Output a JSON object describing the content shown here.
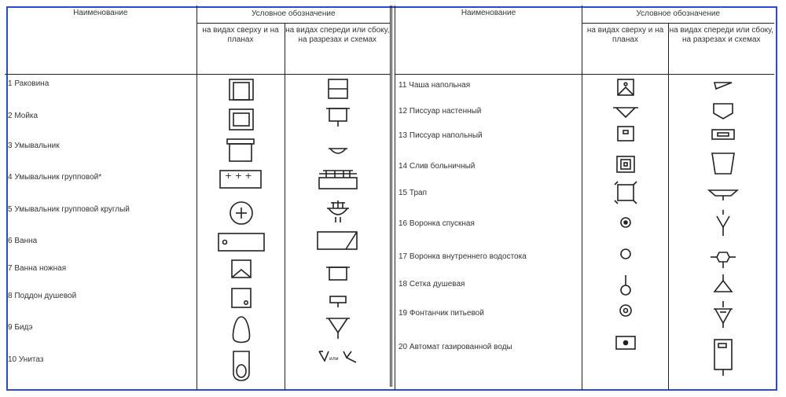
{
  "left_table": {
    "header_name": "Наименование",
    "header_symbol": "Условное обозначение",
    "sub_top": "на видах сверху и на планах",
    "sub_front": "на видах спереди или сбоку, на разрезах и схемах",
    "rows": [
      "1 Раковина",
      "2 Мойка",
      "3 Умывальник",
      "4 Умывальник групповой*",
      "5 Умывальник групповой круглый",
      "6 Ванна",
      "7 Ванна ножная",
      "8 Поддон душевой",
      "9 Бидэ",
      "10 Унитаз"
    ],
    "toilet_label": "или"
  },
  "right_table": {
    "header_name": "Наименование",
    "header_symbol": "Условное обозначение",
    "sub_top": "на видах сверху и на планах",
    "sub_front": "на видах спереди или сбоку, на разрезах и схемах",
    "rows": [
      "11 Чаша напольная",
      "12 Писсуар настенный",
      "13 Писсуар напольный",
      "14 Слив больничный",
      "15 Трап",
      "16 Воронка спускная",
      "17 Воронка внутреннего водостока",
      "18 Сетка душевая",
      "19 Фонтанчик питьевой",
      "20 Автомат газированной воды"
    ]
  }
}
